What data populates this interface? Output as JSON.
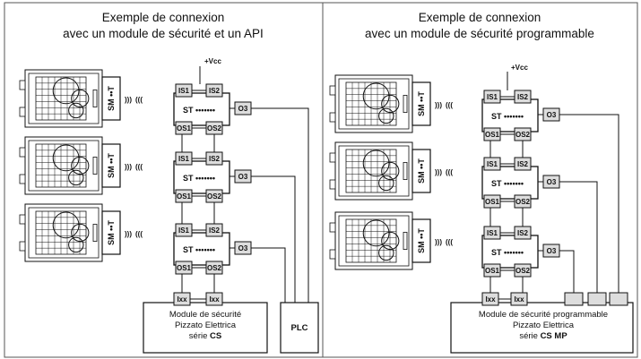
{
  "panels": [
    {
      "title_line1": "Exemple de connexion",
      "title_line2": "avec un module de sécurité et un API",
      "module_line1": "Module de sécurité",
      "module_line2": "Pizzato Elettrica",
      "module_line3_prefix": "série ",
      "module_series": "CS",
      "plc_label": "PLC"
    },
    {
      "title_line1": "Exemple de connexion",
      "title_line2": "avec un module de sécurité programmable",
      "module_line1": "Module de sécurité programmable",
      "module_line2": "Pizzato Elettrica",
      "module_line3_prefix": "série ",
      "module_series": "CS MP"
    }
  ],
  "labels": {
    "vcc": "+Vcc",
    "sensor": "SM ••T",
    "waves_left": ")))",
    "waves_right": "(((",
    "in1": "IS1",
    "in2": "IS2",
    "out1": "OS1",
    "out2": "OS2",
    "o3": "O3",
    "st": "ST •••••••",
    "ixx": "Ixx"
  }
}
